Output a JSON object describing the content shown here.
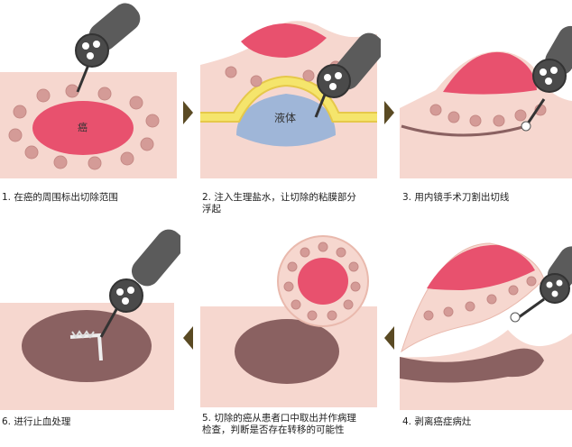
{
  "steps": [
    {
      "label": "1. 在癌的周围标出切除范围",
      "inner": "癌"
    },
    {
      "label": "2. 注入生理盐水，让切除的粘膜部分\n浮起",
      "inner": "液体"
    },
    {
      "label": "3. 用内镜手术刀割出切线"
    },
    {
      "label": "6. 进行止血处理"
    },
    {
      "label": "5. 切除的癌从患者口中取出并作病理\n检查，判断是否存在转移的可能性"
    },
    {
      "label": "4. 剥离癌症病灶"
    }
  ],
  "colors": {
    "tissue": "#f6d7cf",
    "tissue_edge": "#e9b9ad",
    "cancer": "#e8516e",
    "marker": "#d49b97",
    "fluid": "#9fb6d8",
    "membrane": "#f5e56c",
    "wound": "#8a6161",
    "scope": "#5b5b5b",
    "arrow": "#5a4a23"
  }
}
